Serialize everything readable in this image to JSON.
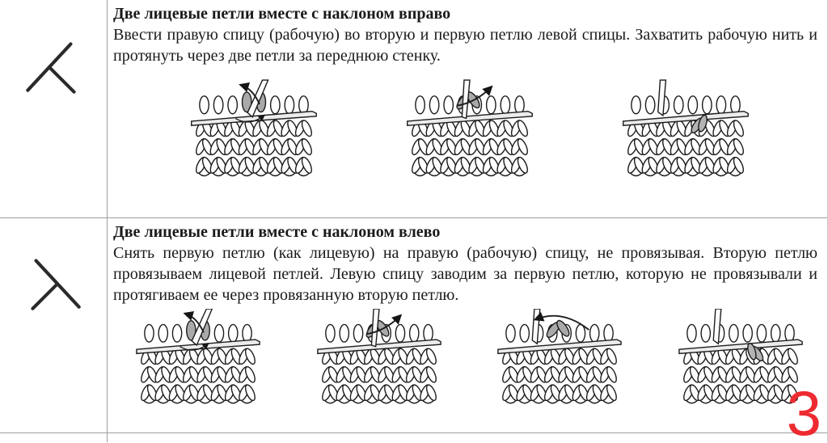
{
  "page": {
    "number": "3",
    "number_color": "#ee2b30"
  },
  "rows": [
    {
      "symbol_icon": "k2tog-slant-right-icon",
      "title": "Две лицевые петли вместе с наклоном вправо",
      "body": "Ввести правую спицу (рабочую) во вторую и первую петлю левой спицы. Захватить рабочую нить и протянуть через две петли за переднюю стенку.",
      "illustration_count": 3
    },
    {
      "symbol_icon": "k2tog-slant-left-icon",
      "title": "Две лицевые петли вместе с наклоном влево",
      "body": "Снять первую петлю (как лицевую) на правую (рабочую) спицу, не провязывая. Вторую петлю провязываем лицевой петлей. Левую спицу заводим за первую петлю, которую не провязывали и протягиваем ее через провязанную вторую петлю.",
      "illustration_count": 4
    }
  ]
}
